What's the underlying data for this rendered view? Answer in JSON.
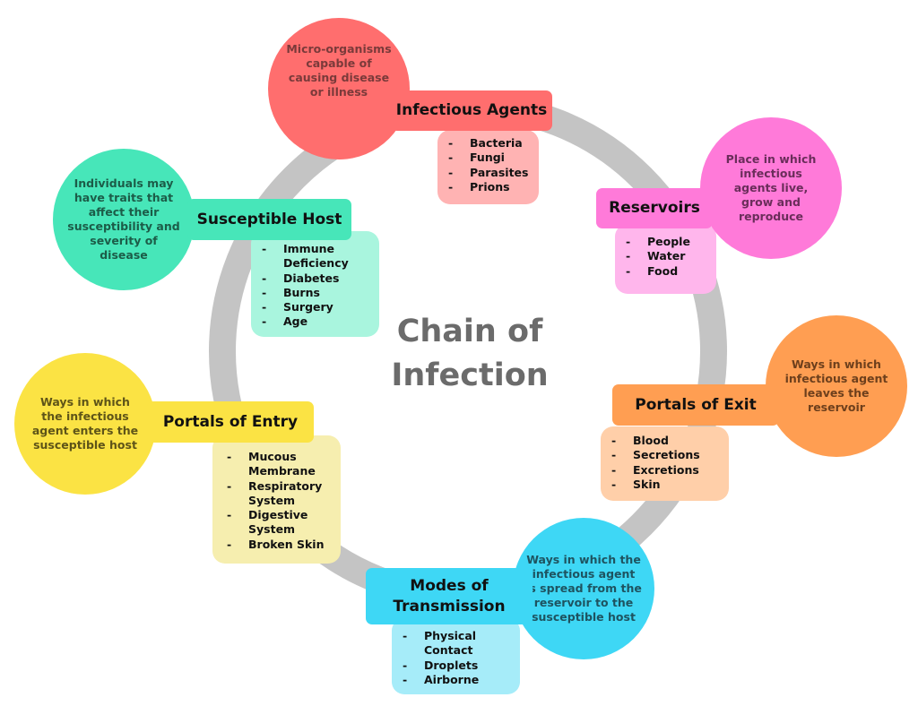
{
  "title": "Chain of\nInfection",
  "colors": {
    "ring": "#c4c4c4",
    "title": "#6b6b6b",
    "infectious_agents": "#ff6e6e",
    "reservoirs": "#ff7ad9",
    "portals_of_exit": "#ff9e52",
    "modes_of_transmission": "#3ed7f5",
    "portals_of_entry": "#fbe344",
    "susceptible_host": "#47e6b9"
  },
  "stages": {
    "infectious_agents": {
      "label": "Infectious Agents",
      "description": "Micro-organisms capable of causing disease or illness",
      "items": [
        "Bacteria",
        "Fungi",
        "Parasites",
        "Prions"
      ]
    },
    "reservoirs": {
      "label": "Reservoirs",
      "description": "Place in which infectious agents live, grow and reproduce",
      "items": [
        "People",
        "Water",
        "Food"
      ]
    },
    "portals_of_exit": {
      "label": "Portals of Exit",
      "description": "Ways in which infectious agent leaves the reservoir",
      "items": [
        "Blood",
        "Secretions",
        "Excretions",
        "Skin"
      ]
    },
    "modes_of_transmission": {
      "label": "Modes of Transmission",
      "description": "Ways in which the infectious agent is spread from the reservoir to the susceptible host",
      "items": [
        "Physical Contact",
        "Droplets",
        "Airborne"
      ]
    },
    "portals_of_entry": {
      "label": "Portals of Entry",
      "description": "Ways in which the infectious agent enters the susceptible host",
      "items": [
        "Mucous Membrane",
        "Respiratory System",
        "Digestive System",
        "Broken Skin"
      ]
    },
    "susceptible_host": {
      "label": "Susceptible Host",
      "description": "Individuals may have traits that affect their susceptibility and severity of disease",
      "items": [
        "Immune Deficiency",
        "Diabetes",
        "Burns",
        "Surgery",
        "Age"
      ]
    }
  }
}
